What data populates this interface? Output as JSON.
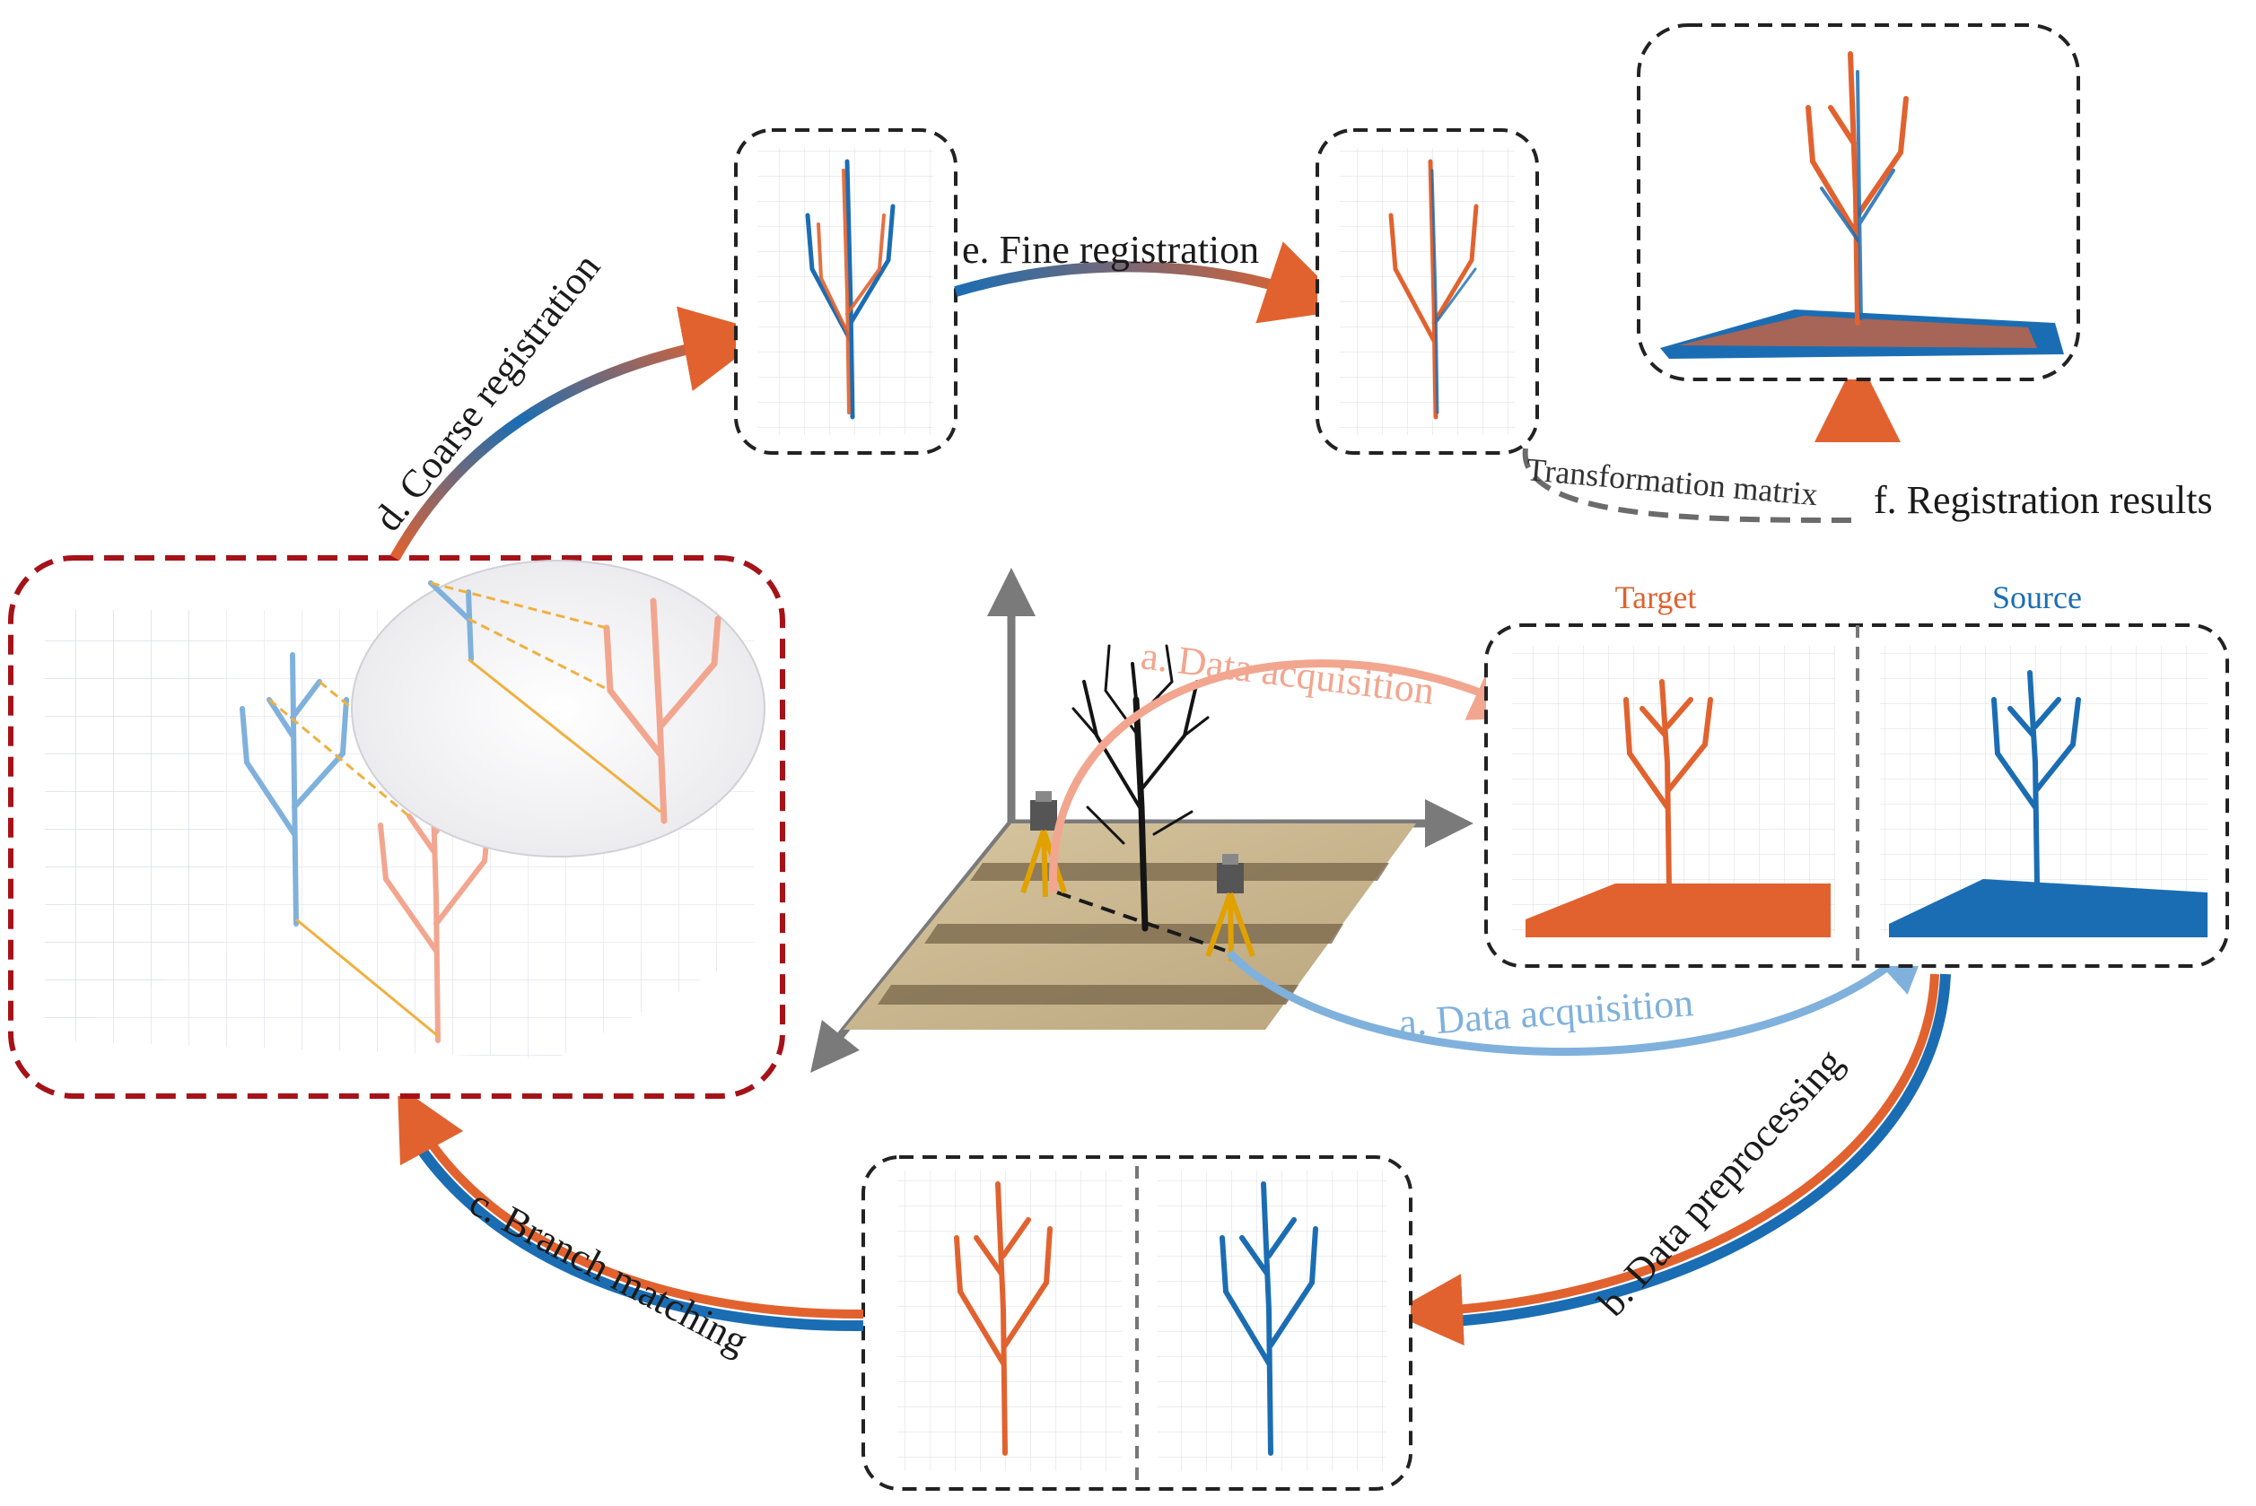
{
  "labels": {
    "data_acquisition_target": "a. Data acquisition",
    "data_acquisition_source": "a. Data acquisition",
    "data_preprocessing": "b. Data preprocessing",
    "branch_matching": "c. Branch matching",
    "coarse_registration": "d. Coarse registration",
    "fine_registration": "e. Fine registration",
    "registration_results": "f. Registration results",
    "transformation_matrix": "Transformation matrix",
    "target": "Target",
    "source": "Source"
  },
  "colors": {
    "target": "#E1622F",
    "source": "#1B6DB3",
    "target_light": "#F2A68F",
    "source_light": "#7FB1DC",
    "match_line": "#F0B040",
    "panel_border": "#222222",
    "highlight_border": "#A51218",
    "axis_gray": "#7a7a7a",
    "ground": "#C8B48E"
  }
}
